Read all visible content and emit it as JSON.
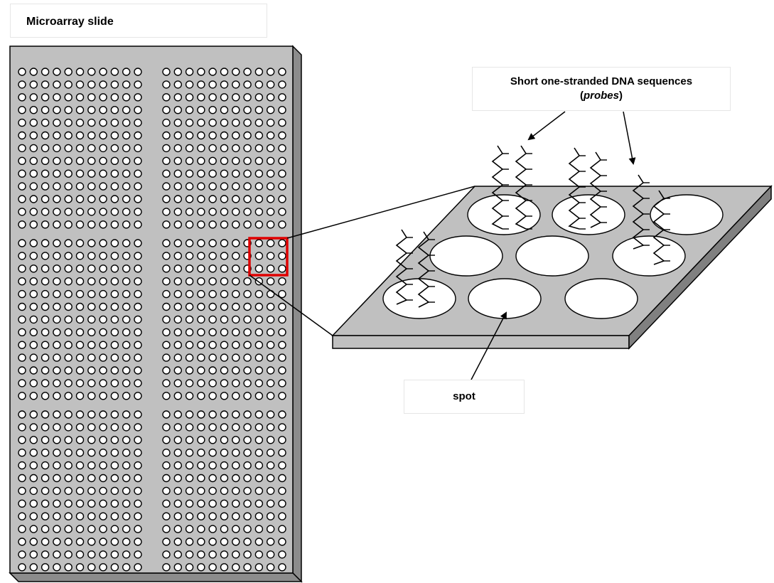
{
  "title": "Microarray slide",
  "probes_label": {
    "line1": "Short one-stranded DNA sequences",
    "open_paren": "(",
    "emph": "probes",
    "close_paren": ")"
  },
  "spot_label": "spot",
  "colors": {
    "slide_fill": "#c0c0c0",
    "slide_edge": "#808080",
    "highlight": "#e00000",
    "outline": "#000000",
    "spot_fill": "#ffffff"
  },
  "slide": {
    "blocks": 6,
    "block_rows": 13,
    "block_cols": 11
  },
  "plate": {
    "spot_rows": 3,
    "spots_per_row": 3
  }
}
